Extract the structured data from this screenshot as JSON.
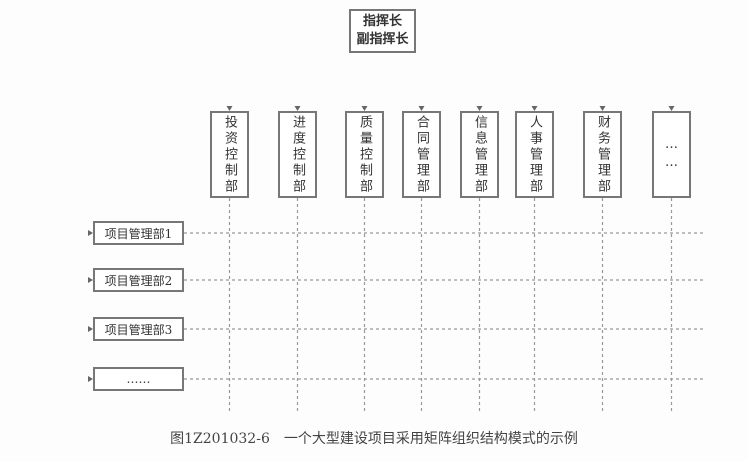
{
  "top_box": {
    "line1": "指挥长",
    "line2": "副指挥长"
  },
  "departments": [
    "投资控制部",
    "进度控制部",
    "质量控制部",
    "合同管理部",
    "信息管理部",
    "人事管理部",
    "财务管理部",
    "……"
  ],
  "projects": [
    "项目管理部1",
    "项目管理部2",
    "项目管理部3",
    "……"
  ],
  "caption": "图1Z201032-6　一个大型建设项目采用矩阵组织结构模式的示例",
  "colors": {
    "line": "#666666",
    "dotted": "#999999"
  }
}
